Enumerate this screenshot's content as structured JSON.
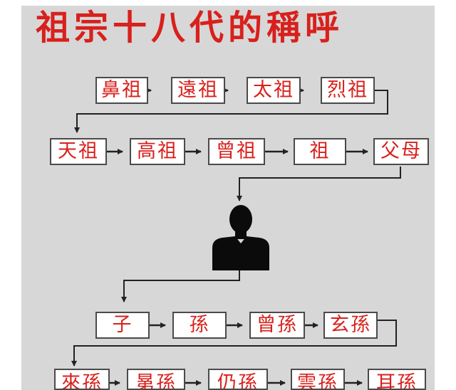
{
  "title": "祖宗十八代的稱呼",
  "rows": [
    {
      "items": [
        "鼻祖",
        "遠祖",
        "太祖",
        "烈祖"
      ]
    },
    {
      "items": [
        "天祖",
        "高祖",
        "曾祖",
        "祖",
        "父母"
      ]
    },
    {
      "items": [
        "子",
        "孫",
        "曾孫",
        "玄孫"
      ]
    },
    {
      "items": [
        "來孫",
        "晜孫",
        "仍孫",
        "雲孫",
        "耳孫"
      ]
    }
  ],
  "self_icon": "person-silhouette-icon",
  "colors": {
    "text": "#d8201c",
    "background": "#d7d7d7",
    "box_border": "#4a4a4a",
    "box_fill": "#ffffff",
    "arrow": "#222222"
  }
}
